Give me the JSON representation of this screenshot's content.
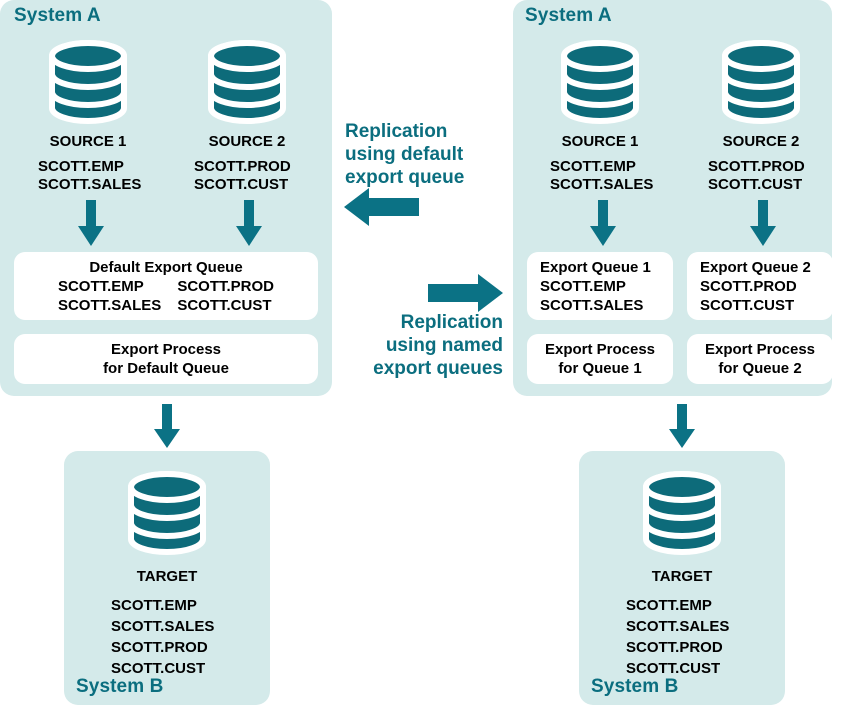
{
  "diagram": {
    "colors": {
      "panel_fill": "#d4eaea",
      "box_fill": "#ffffff",
      "teal": "#0b6e7f",
      "db_body": "#0d6b7a",
      "text": "#000000",
      "background": "#ffffff"
    }
  },
  "left_flow": {
    "system_a_label": "System A",
    "system_b_label": "System B",
    "source1": {
      "icon": "database-cylinder-icon",
      "title": "SOURCE 1",
      "tables": "SCOTT.EMP\nSCOTT.SALES"
    },
    "source2": {
      "icon": "database-cylinder-icon",
      "title": "SOURCE 2",
      "tables": "SCOTT.PROD\nSCOTT.CUST"
    },
    "default_queue": {
      "title": "Default Export Queue",
      "col1": "SCOTT.EMP\nSCOTT.SALES",
      "col2": "SCOTT.PROD\nSCOTT.CUST"
    },
    "export_process": {
      "line1": "Export Process",
      "line2": "for Default Queue"
    },
    "target": {
      "icon": "database-cylinder-icon",
      "title": "TARGET",
      "tables": "SCOTT.EMP\nSCOTT.SALES\nSCOTT.PROD\nSCOTT.CUST"
    }
  },
  "right_flow": {
    "system_a_label": "System A",
    "system_b_label": "System B",
    "source1": {
      "icon": "database-cylinder-icon",
      "title": "SOURCE 1",
      "tables": "SCOTT.EMP\nSCOTT.SALES"
    },
    "source2": {
      "icon": "database-cylinder-icon",
      "title": "SOURCE 2",
      "tables": "SCOTT.PROD\nSCOTT.CUST"
    },
    "queue1": {
      "title": "Export Queue 1",
      "tables": "SCOTT.EMP\nSCOTT.SALES"
    },
    "queue2": {
      "title": "Export Queue 2",
      "tables": "SCOTT.PROD\nSCOTT.CUST"
    },
    "process1": {
      "line1": "Export Process",
      "line2": "for Queue 1"
    },
    "process2": {
      "line1": "Export Process",
      "line2": "for Queue 2"
    },
    "target": {
      "icon": "database-cylinder-icon",
      "title": "TARGET",
      "tables": "SCOTT.EMP\nSCOTT.SALES\nSCOTT.PROD\nSCOTT.CUST"
    }
  },
  "middle": {
    "caption_top": "Replication\nusing default\nexport queue",
    "caption_bottom": "Replication\nusing named\nexport queues",
    "arrow_top_direction": "left",
    "arrow_bottom_direction": "right"
  }
}
